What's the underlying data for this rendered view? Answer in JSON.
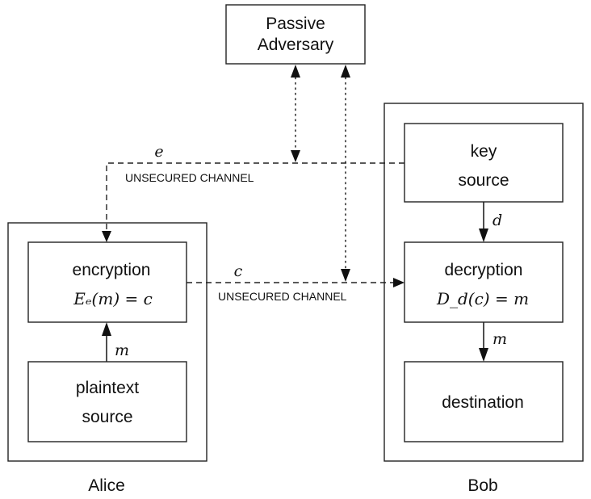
{
  "adversary": {
    "line1": "Passive",
    "line2": "Adversary"
  },
  "alice": {
    "label": "Alice",
    "encryption": {
      "title": "encryption",
      "formula": "Eₑ(m) = c"
    },
    "plaintext_source": {
      "line1": "plaintext",
      "line2": "source"
    }
  },
  "bob": {
    "label": "Bob",
    "key_source": {
      "line1": "key",
      "line2": "source"
    },
    "decryption": {
      "title": "decryption",
      "formula": "D_d(c) = m"
    },
    "destination": {
      "label": "destination"
    }
  },
  "channels": {
    "key_channel": {
      "variable": "e",
      "label": "UNSECURED CHANNEL"
    },
    "cipher_channel": {
      "variable": "c",
      "label": "UNSECURED CHANNEL"
    }
  },
  "arrows": {
    "key_to_decryption": "d",
    "plaintext_to_encryption": "m",
    "decryption_to_destination": "m"
  }
}
